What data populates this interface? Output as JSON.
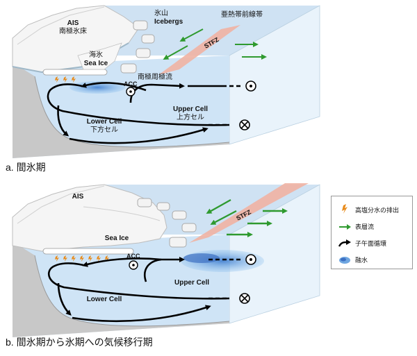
{
  "panel_a": {
    "caption": "a. 間氷期",
    "ais": "AIS",
    "ais_jp": "南極氷床",
    "iceberg_jp": "氷山",
    "iceberg": "Icebergs",
    "stfz_jp": "亜熱帯前線帯",
    "stfz": "STFZ",
    "seaice_jp": "海氷",
    "seaice": "Sea Ice",
    "acc_jp": "南極周極流",
    "acc": "ACC",
    "upper": "Upper Cell",
    "upper_jp": "上方セル",
    "lower": "Lower Cell",
    "lower_jp": "下方セル"
  },
  "panel_b": {
    "caption": "b. 間氷期から氷期への気候移行期",
    "ais": "AIS",
    "seaice": "Sea Ice",
    "stfz": "STFZ",
    "acc": "ACC",
    "upper": "Upper Cell",
    "lower": "Lower Cell"
  },
  "legend": {
    "items": [
      {
        "icon": "brine-icon",
        "label": "高塩分水の排出"
      },
      {
        "icon": "green-arrow-icon",
        "label": "表層流"
      },
      {
        "icon": "black-arrow-icon",
        "label": "子午面循環"
      },
      {
        "icon": "meltwater-icon",
        "label": "融水"
      }
    ]
  },
  "colors": {
    "water": "#d7eaf8",
    "water_side": "#e3f0fa",
    "ground": "#c9c9c9",
    "ice": "#f4f4f4",
    "stfz": "#f2b7a8",
    "surface_arrow": "#2f9a2f",
    "meltwater": "#6fa6e0",
    "brine": "#e88a1a"
  }
}
